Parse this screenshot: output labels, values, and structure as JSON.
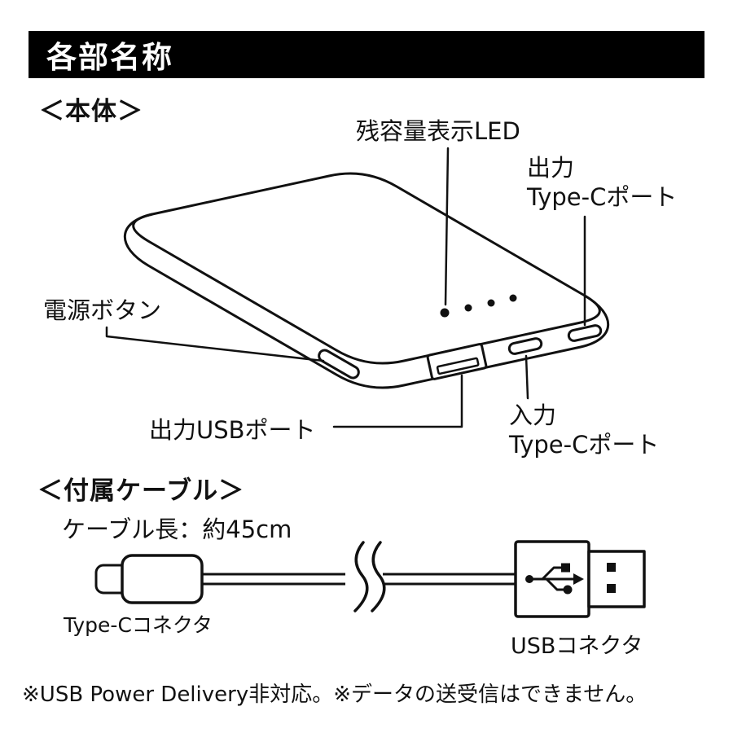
{
  "colors": {
    "ink": "#111111",
    "background": "#ffffff",
    "header_bg": "#000000",
    "header_text": "#ffffff"
  },
  "header": {
    "title": "各部名称"
  },
  "device_section": {
    "heading": "＜本体＞",
    "labels": {
      "led": "残容量表示LED",
      "output_typec": {
        "line1": "出力",
        "line2": "Type-Cポート"
      },
      "power_button": "電源ボタン",
      "output_usb": "出力USBポート",
      "input_typec": {
        "line1": "入力",
        "line2": "Type-Cポート"
      }
    }
  },
  "cable_section": {
    "heading": "＜付属ケーブル＞",
    "length_note": "ケーブル長：約45cm",
    "typec_connector": "Type-Cコネクタ",
    "usb_connector": "USBコネクタ"
  },
  "footer": {
    "note": "※USB Power Delivery非対応。※データの送受信はできません。"
  }
}
